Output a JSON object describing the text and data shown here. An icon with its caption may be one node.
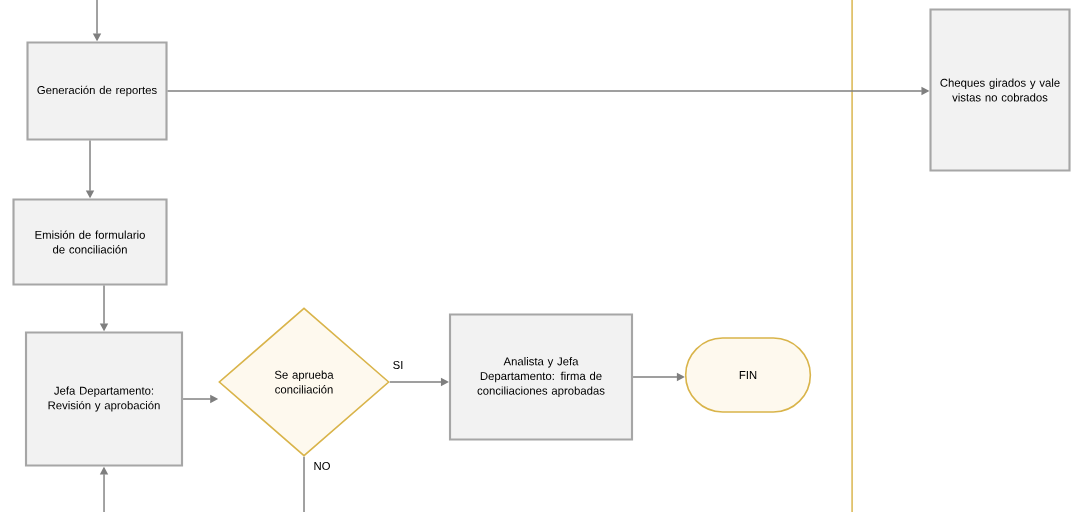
{
  "diagram": {
    "nodes": [
      {
        "text": [
          "Generación de reportes"
        ]
      },
      {
        "text": [
          "Cheques girados y vale vistas no cobrados"
        ]
      },
      {
        "text": [
          "Emisión de formulario de conciliación"
        ]
      },
      {
        "text": [
          "Jefa Departamento: Revisión y aprobación"
        ]
      },
      {
        "text": [
          "Se aprueba conciliación"
        ]
      },
      {
        "text": [
          "Analista y Jefa Departamento: firma de conciliaciones aprobadas"
        ]
      },
      {
        "text": [
          "FIN"
        ]
      }
    ],
    "edges": [
      {
        "from": null,
        "to": 0,
        "arrow": "to"
      },
      {
        "from": 0,
        "to": 1,
        "arrow": "to"
      },
      {
        "from": 0,
        "to": 2,
        "arrow": "to"
      },
      {
        "from": 2,
        "to": 3,
        "arrow": "to"
      },
      {
        "from": 3,
        "to": 4,
        "arrow": "to"
      },
      {
        "from": 4,
        "to": 5,
        "arrow": "to",
        "label": "SI"
      },
      {
        "from": 5,
        "to": 6,
        "arrow": "to"
      },
      {
        "from": 4,
        "to": null,
        "arrow": "none",
        "label": "NO"
      },
      {
        "from": null,
        "to": 3,
        "arrow": "to"
      }
    ]
  }
}
